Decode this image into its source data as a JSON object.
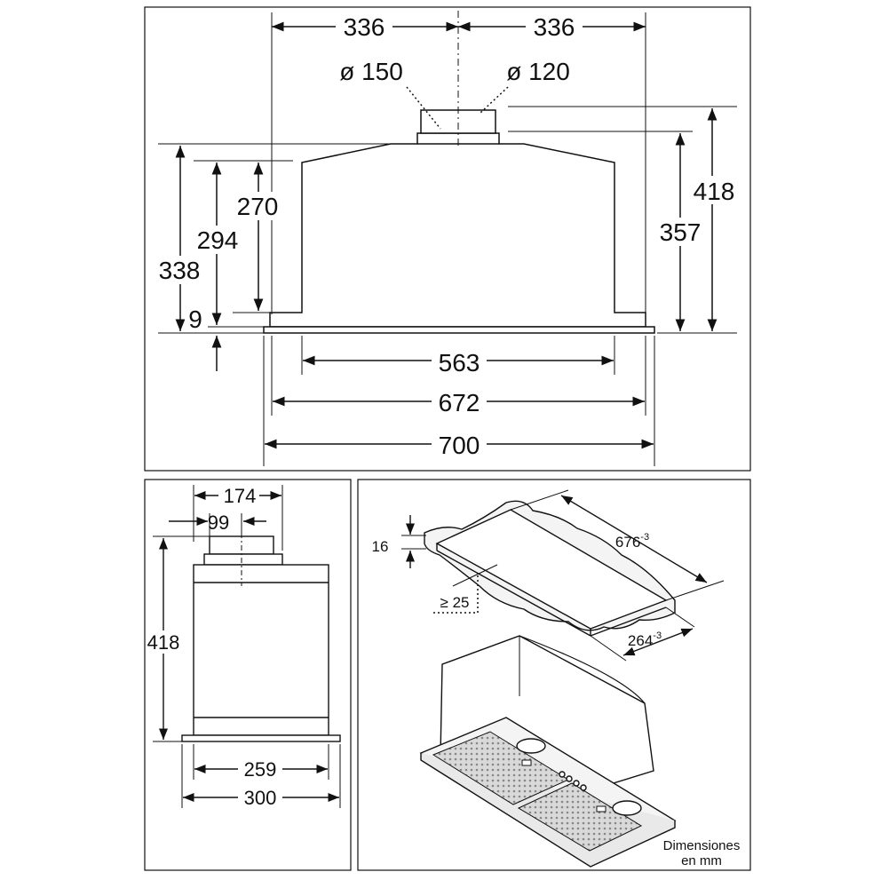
{
  "top_view": {
    "half_width_left": "336",
    "half_width_right": "336",
    "diameter_large": "ø 150",
    "diameter_small": "ø 120",
    "height_total": "418",
    "height_body": "357",
    "height_338": "338",
    "height_294": "294",
    "height_270": "270",
    "height_9": "9",
    "width_563": "563",
    "width_672": "672",
    "width_700": "700"
  },
  "side_view": {
    "width_174": "174",
    "width_99": "99",
    "height_418": "418",
    "width_259": "259",
    "width_300": "300"
  },
  "perspective_view": {
    "thickness_16": "16",
    "min_25": "≥ 25",
    "length_676": "676",
    "length_676_tol": "-3",
    "width_264": "264",
    "width_264_tol": "-3",
    "note_line1": "Dimensiones",
    "note_line2": "en mm"
  },
  "colors": {
    "line": "#111111",
    "fill_light": "#f2f2f2",
    "filter": "#cfcfcf"
  }
}
